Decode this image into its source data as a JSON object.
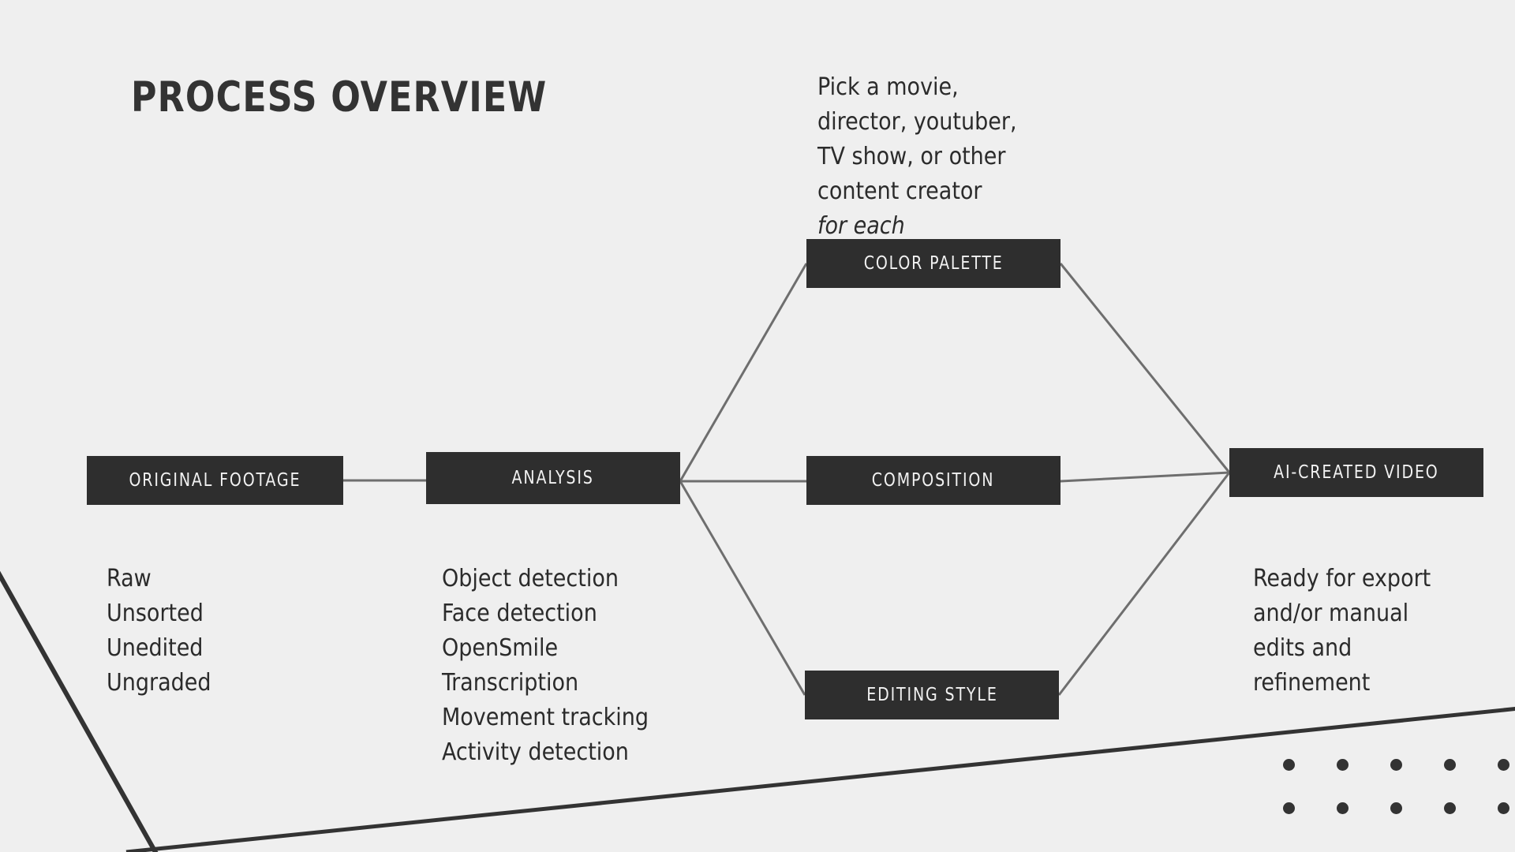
{
  "slide": {
    "title": "PROCESS OVERVIEW",
    "background_color": "#efefef",
    "node_color": "#2e2e2e",
    "node_text_color": "#f2f2f2",
    "body_text_color": "#2b2b2b",
    "connector_color": "#6e6e6e",
    "accent_line_color": "#333333"
  },
  "callout": {
    "text": "Pick a movie,\ndirector, youtuber,\nTV show, or other\ncontent creator",
    "emphasis": "for each"
  },
  "nodes": {
    "original_footage": "ORIGINAL FOOTAGE",
    "analysis": "ANALYSIS",
    "color_palette": "COLOR PALETTE",
    "composition": "COMPOSITION",
    "editing_style": "EDITING STYLE",
    "ai_created_video": "AI-CREATED VIDEO"
  },
  "details": {
    "original_footage": "Raw\nUnsorted\nUnedited\nUngraded",
    "analysis": "Object detection\nFace detection\nOpenSmile\nTranscription\nMovement tracking\nActivity detection",
    "ai_created_video": "Ready for export\nand/or manual\nedits and\nrefinement"
  },
  "detail_lists": {
    "original_footage": [
      "Raw",
      "Unsorted",
      "Unedited",
      "Ungraded"
    ],
    "analysis": [
      "Object detection",
      "Face detection",
      "OpenSmile",
      "Transcription",
      "Movement tracking",
      "Activity detection"
    ],
    "ai_created_video": [
      "Ready for export",
      "and/or manual",
      "edits and",
      "refinement"
    ]
  },
  "flow_edges": [
    {
      "from": "ORIGINAL FOOTAGE",
      "to": "ANALYSIS"
    },
    {
      "from": "ANALYSIS",
      "to": "COLOR PALETTE"
    },
    {
      "from": "ANALYSIS",
      "to": "COMPOSITION"
    },
    {
      "from": "ANALYSIS",
      "to": "EDITING STYLE"
    },
    {
      "from": "COLOR PALETTE",
      "to": "AI-CREATED VIDEO"
    },
    {
      "from": "COMPOSITION",
      "to": "AI-CREATED VIDEO"
    },
    {
      "from": "EDITING STYLE",
      "to": "AI-CREATED VIDEO"
    }
  ],
  "decoration": {
    "dot_grid_rows": 2,
    "dot_grid_columns": 5,
    "dot_color": "#333333"
  }
}
